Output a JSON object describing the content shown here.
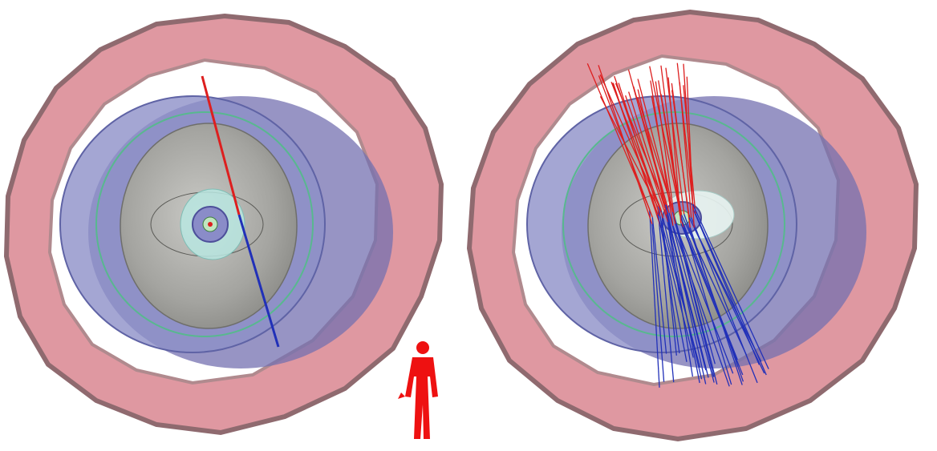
{
  "panels": [
    {
      "id": "single-track",
      "tracks_count": 1
    },
    {
      "id": "multi-track",
      "tracks_count": 34
    }
  ],
  "colors": {
    "outer_yoke": "#d98690",
    "outer_yoke_edge": "#9c6f74",
    "calorimeter": "#7d7fbf",
    "calorimeter_dark": "#6d6aa8",
    "tracker": "#a9a9a4",
    "inner_detector": "#8fd0c8",
    "track_up": "#dd1f1f",
    "track_down": "#2130b8",
    "human_figure": "#ee1111"
  },
  "icons": {
    "scale_reference": "human-figure-icon"
  }
}
